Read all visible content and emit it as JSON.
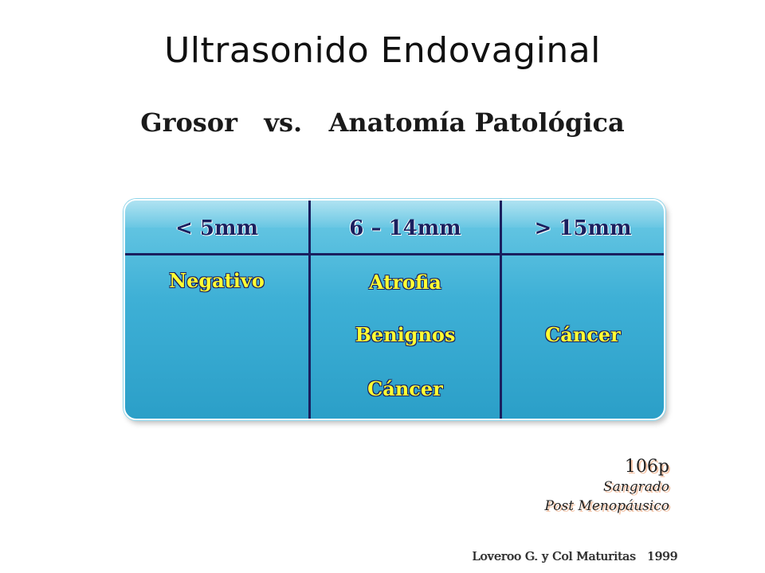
{
  "slide": {
    "title": "Ultrasonido Endovaginal",
    "subtitle": "Grosor   vs.   Anatomía Patológica"
  },
  "table": {
    "headers": [
      "< 5mm",
      "6 – 14mm",
      "> 15mm"
    ],
    "col1": [
      "Negativo"
    ],
    "col2": [
      "Atrofia",
      "Benignos",
      "Cáncer"
    ],
    "col3": [
      "Cáncer"
    ]
  },
  "note": {
    "count": "106p",
    "line1": "Sangrado",
    "line2": "Post Menopáusico"
  },
  "reference": "Loveroo G. y Col Maturitas   1999",
  "colors": {
    "table_fill": "#3eb0d6",
    "table_lines": "#1a1f5e",
    "cell_text": "#ffff33",
    "header_text": "#1a1f5e"
  }
}
